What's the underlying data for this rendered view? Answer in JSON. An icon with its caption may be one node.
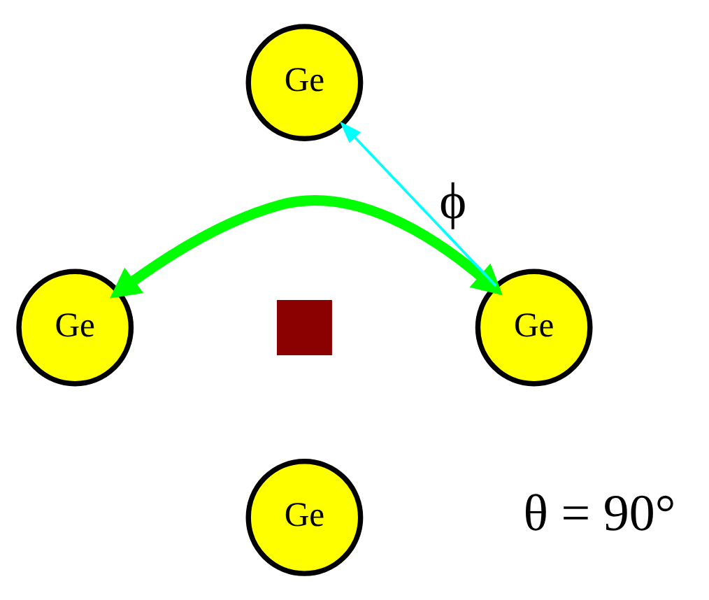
{
  "diagram": {
    "nodes": [
      {
        "text": [
          "Ge"
        ]
      },
      {
        "text": [
          "Ge"
        ]
      },
      {
        "text": [],
        "shape": "box"
      },
      {
        "text": [
          "Ge"
        ]
      },
      {
        "text": [
          "Ge"
        ]
      }
    ],
    "edges": [
      {
        "from": 1,
        "to": 3,
        "arrow": "both",
        "style": "thick",
        "color": "#00ff00"
      },
      {
        "from": 3,
        "to": 0,
        "arrow": "to",
        "label": "ϕ",
        "color": "#00ffff"
      }
    ],
    "labels": [
      "θ = 90°"
    ]
  }
}
